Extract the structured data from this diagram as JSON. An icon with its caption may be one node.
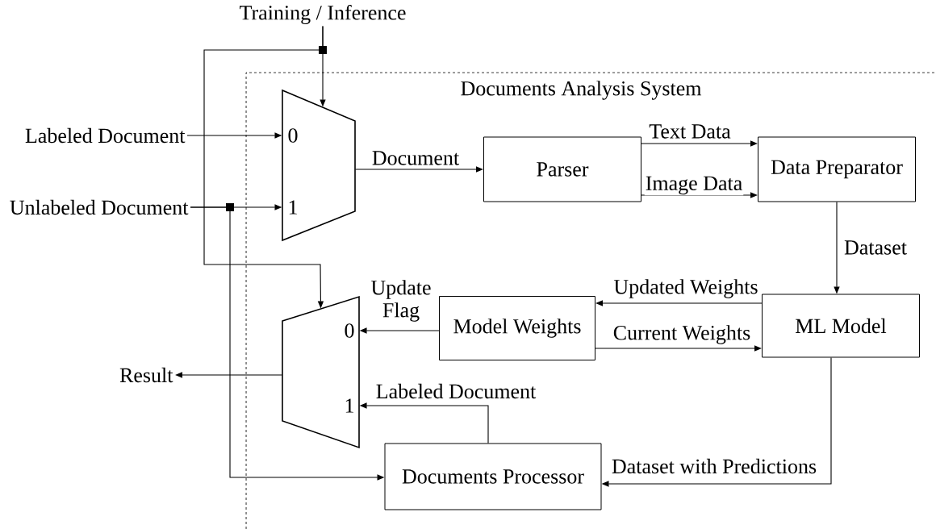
{
  "diagram": {
    "nodes": [
      {
        "text": [
          "Training / Inference"
        ]
      },
      {
        "text": [
          "Documents Analysis System"
        ]
      },
      {
        "text": [
          "Labeled Document"
        ]
      },
      {
        "text": [
          "Unlabeled Document"
        ]
      },
      {
        "text": [
          "0",
          "1"
        ],
        "in": 1
      },
      {
        "text": [
          "Parser"
        ],
        "in": 1
      },
      {
        "text": [
          "Data Preparator"
        ],
        "in": 1
      },
      {
        "text": [
          "0",
          "1"
        ],
        "in": 1
      },
      {
        "text": [
          "Model Weights"
        ],
        "in": 1
      },
      {
        "text": [
          "ML Model"
        ],
        "in": 1
      },
      {
        "text": [
          "Result"
        ]
      },
      {
        "text": [
          "Documents Processor"
        ],
        "in": 1
      }
    ],
    "edges": [
      {
        "from": 0,
        "to": 4,
        "arrow": "to"
      },
      {
        "from": 0,
        "to": 7,
        "arrow": "to"
      },
      {
        "from": 2,
        "to": 4,
        "arrow": "to"
      },
      {
        "from": 3,
        "to": 4,
        "arrow": "to"
      },
      {
        "from": 3,
        "to": 11,
        "arrow": "to"
      },
      {
        "from": 4,
        "to": 5,
        "arrow": "to",
        "label": "Document"
      },
      {
        "from": 5,
        "to": 6,
        "arrow": "to",
        "label": "Text Data"
      },
      {
        "from": 5,
        "to": 6,
        "arrow": "to",
        "label": "Image Data"
      },
      {
        "from": 6,
        "to": 9,
        "arrow": "to",
        "label": "Dataset"
      },
      {
        "from": 9,
        "to": 8,
        "arrow": "to",
        "label": "Updated Weights"
      },
      {
        "from": 8,
        "to": 9,
        "arrow": "to",
        "label": "Current Weights"
      },
      {
        "from": 8,
        "to": 7,
        "arrow": "to",
        "label": "Update Flag"
      },
      {
        "from": 11,
        "to": 7,
        "arrow": "to",
        "label": "Labeled Document"
      },
      {
        "from": 9,
        "to": 11,
        "arrow": "to",
        "label": "Dataset with Predictions"
      },
      {
        "from": 7,
        "to": 10,
        "arrow": "to"
      }
    ]
  }
}
